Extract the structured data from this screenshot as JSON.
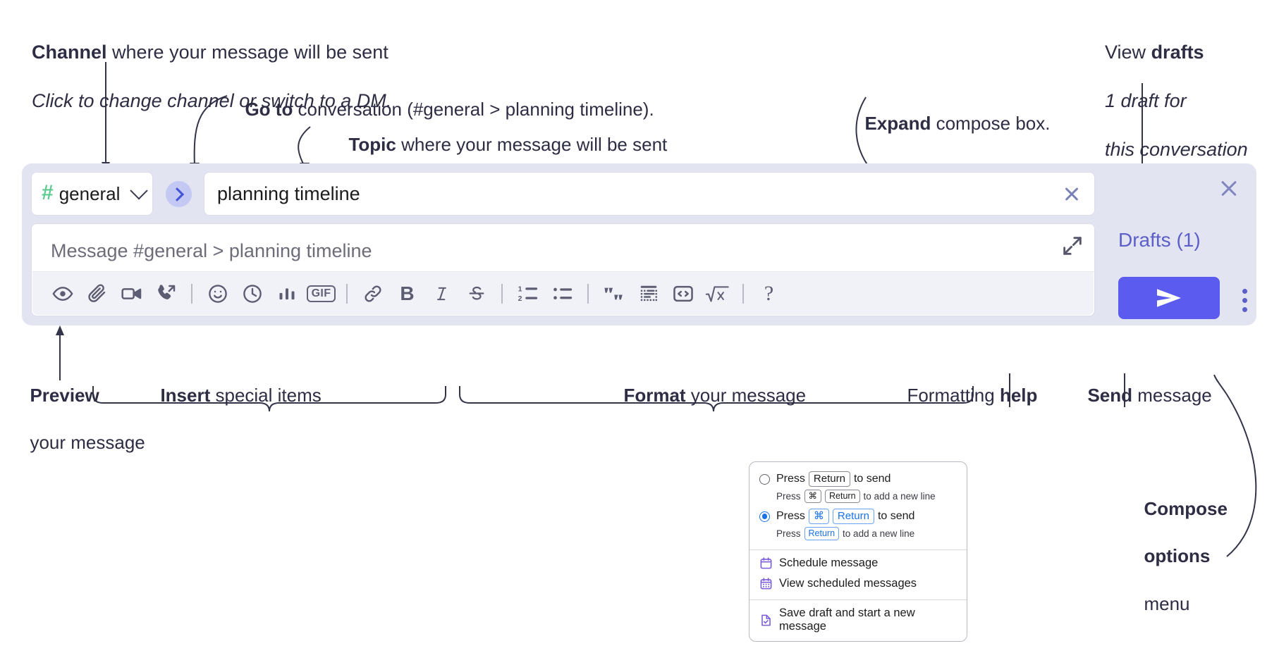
{
  "annotations": {
    "channel": {
      "bold": "Channel",
      "rest": " where your message will be sent",
      "italic": "Click to change channel or switch to a DM."
    },
    "goto": {
      "bold": "Go to",
      "rest": " conversation (#general > planning timeline)."
    },
    "topic": {
      "bold": "Topic",
      "rest": " where your message will be sent"
    },
    "expand": {
      "bold": "Expand",
      "rest": " compose box."
    },
    "drafts": {
      "plain": "View ",
      "bold": "drafts",
      "italic1": "1 draft for",
      "italic2": "this conversation"
    },
    "preview": {
      "bold": "Preview",
      "line2": "your message"
    },
    "insert": {
      "bold": "Insert",
      "rest": " special items"
    },
    "format": {
      "bold": "Format",
      "rest": " your message"
    },
    "help": {
      "plain": "Formatting ",
      "bold": "help"
    },
    "send": {
      "bold": "Send",
      "rest": " message"
    },
    "compose_options": {
      "bold1": "Compose",
      "bold2": "options",
      "plain": "menu"
    }
  },
  "compose": {
    "channel_name": "general",
    "channel_hash": "#",
    "topic_value": "planning timeline",
    "message_placeholder": "Message #general > planning timeline",
    "drafts_label": "Drafts (1)",
    "gif_label": "GIF",
    "bold_label": "B",
    "italic_label": "I",
    "strike_label": "S",
    "help_label": "?",
    "toolbar_icons": [
      "eye-icon",
      "paperclip-icon",
      "video-camera-icon",
      "phone-forward-icon",
      "emoji-icon",
      "clock-icon",
      "poll-bar-chart-icon",
      "gif-icon",
      "link-icon",
      "bold-icon",
      "italic-icon",
      "strikethrough-icon",
      "ordered-list-icon",
      "bulleted-list-icon",
      "blockquote-icon",
      "code-block-icon",
      "inline-code-icon",
      "math-icon",
      "help-icon"
    ],
    "colors": {
      "panel_bg": "#e3e4f2",
      "send_button": "#5b5bf0",
      "accent_link": "#5b5fc7",
      "hash_green": "#5ecb91",
      "goto_bubble": "#c3c9f3"
    }
  },
  "options_menu": {
    "option1": {
      "selected": false,
      "press": "Press",
      "key": "Return",
      "to_send": "to send",
      "sub_press": "Press",
      "sub_key1": "⌘",
      "sub_key2": "Return",
      "sub_tail": "to add a new line"
    },
    "option2": {
      "selected": true,
      "press": "Press",
      "key1": "⌘",
      "key2": "Return",
      "to_send": "to send",
      "sub_press": "Press",
      "sub_key": "Return",
      "sub_tail": "to add a new line"
    },
    "items": [
      {
        "icon": "calendar-schedule-icon",
        "label": "Schedule message"
      },
      {
        "icon": "calendar-grid-icon",
        "label": "View scheduled messages"
      },
      {
        "icon": "save-draft-icon",
        "label": "Save draft and start a new message"
      }
    ]
  }
}
